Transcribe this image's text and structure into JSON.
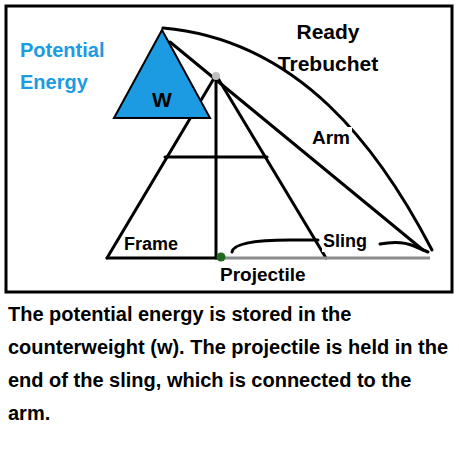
{
  "diagram": {
    "title": "Ready Trebuchet",
    "caption": "The potential energy is stored in the counterweight (w). The projectile is held in the end of the sling, which is connected to the arm.",
    "nodes": [
      {
        "text": [
          "W"
        ]
      }
    ],
    "labels": [
      "Potential Energy",
      "Arm",
      "Frame",
      "Sling",
      "Projectile"
    ]
  }
}
